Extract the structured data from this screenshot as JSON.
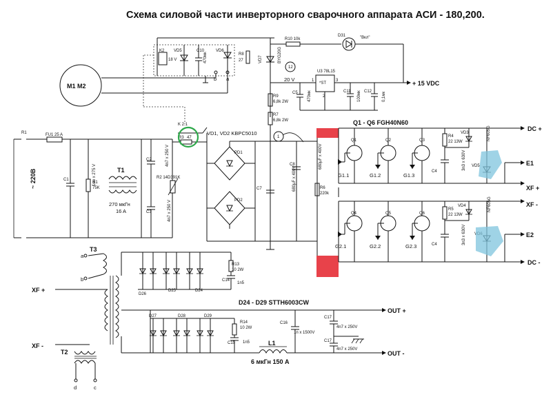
{
  "title": "Схема силовой части инверторного сварочного аппарата АСИ - 180,200.",
  "motor": "M1 M2",
  "input": {
    "voltage": "~ 220В",
    "r1": "R1",
    "fuse": "FU1 25 A",
    "c1": "C1",
    "c1_val": "1мк x 275 V",
    "r1b": "R1",
    "r1b_val": "75K"
  },
  "choke": {
    "name": "T1",
    "value": "270 мкГн",
    "current": "16 A"
  },
  "snubber": {
    "c2": "C2",
    "c2_val": "4n7 x 250 V",
    "c3": "C3",
    "c3_val": "4n7 x 250 V",
    "r2": "R2 14D391K",
    "k21": "K 2.1",
    "r3": "R3",
    "r3_val": "47"
  },
  "bridge": {
    "label": "VD1, VD2 KBPC5010",
    "pd1": "PD1",
    "pd2": "PD2",
    "node": "1"
  },
  "bus_caps": {
    "c7": "C7",
    "c7_val": "680µF x 400V",
    "c8": "C8",
    "c8_val": "680µF x 400V",
    "r6": "R6",
    "r6_val": "220k"
  },
  "relay_block": {
    "k2": "K2",
    "k2_val": "18 V",
    "vd5": "VD5",
    "c10": "C10",
    "c10_val": "470мк",
    "vd6": "VD6",
    "vd7": "VD7",
    "vd7_val": "BYG20G",
    "byg": "BYG20G",
    "r8": "R8",
    "r8_val": "27",
    "b": "b",
    "a": "a"
  },
  "supply": {
    "r10": "R10 10k",
    "d31": "D31",
    "vkl": "\"Вкл\"",
    "u3": "U3 78L15",
    "st": "*ST",
    "pin1": "1",
    "pin2": "2",
    "pin3": "3",
    "v20": "20 V",
    "node2": "12",
    "out": "+ 15 VDC",
    "c5": "C5",
    "c5_val": "470мк",
    "c11": "C11",
    "c11_val": "100мк",
    "c12": "C12",
    "c12_val": "0,1мк",
    "r9": "R9",
    "r9_val": "6,8k 2W",
    "r7": "R7",
    "r7_val": "6,8k 2W"
  },
  "switches": {
    "label": "Q1 - Q6  FGH40N60",
    "q1": "Q1",
    "q2": "Q2",
    "q3": "Q3",
    "q4": "Q4",
    "q5": "Q5",
    "q6": "Q6",
    "g11": "G1.1",
    "g12": "G1.2",
    "g13": "G1.3",
    "g21": "G2.1",
    "g22": "G2.2",
    "g23": "G2.3"
  },
  "right": {
    "r4": "R4",
    "r4_val": "22 13W",
    "r5": "R5",
    "r5_val": "22 13W",
    "vd3": "VD3",
    "vd4": "VD4",
    "nf": "NF605G",
    "c4": "C4",
    "c4_val": "3n3 x 630V",
    "vd5": "VD5",
    "vd6": "VD6",
    "dc_plus": "DC +",
    "dc_minus": "DC -",
    "e1": "E1",
    "e2": "E2",
    "xf_plus": "XF +",
    "xf_minus": "XF -"
  },
  "output": {
    "t3": "T3",
    "t2": "T2",
    "a": "a",
    "b": "b",
    "c": "c",
    "d": "d",
    "xf_plus": "XF +",
    "xf_minus": "XF -",
    "d26": "D26",
    "d25": "D25",
    "d24": "D24",
    "d27": "D27",
    "d28": "D28",
    "d29": "D29",
    "diodes": "D24 - D29  STTH6003CW",
    "r13": "R13",
    "r13_val": "10 2W",
    "c14": "C14",
    "c14_val": "1n5",
    "r14": "R14",
    "r14_val": "10 2W",
    "c15": "C15",
    "c15_val": "1n5",
    "c16": "C16",
    "c16_val": "1n x 1500V",
    "c17": "C17",
    "c17_val": "4n7 x 250V",
    "c17b": "C17",
    "c17b_val": "4n7 x 250V",
    "l1": "L1",
    "l1_val": "6 мкГн  150 A",
    "out_plus": "OUT +",
    "out_minus": "OUT -"
  },
  "colors": {
    "ring": "#2ea84a",
    "red": "#e8424a",
    "blue": "#7fc4dd"
  }
}
